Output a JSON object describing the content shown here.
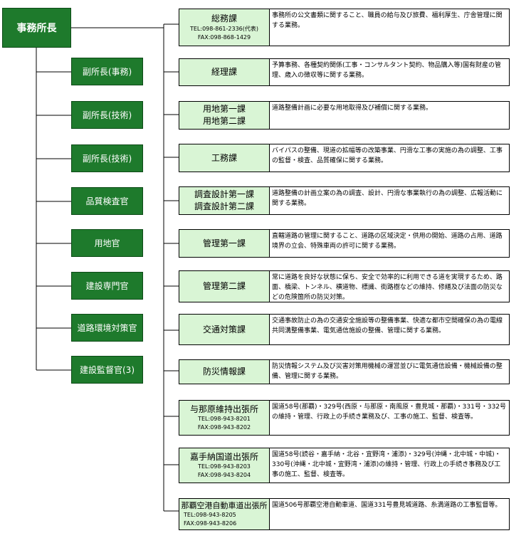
{
  "chief": {
    "label": "事務所長"
  },
  "deputies": [
    {
      "label": "副所長(事務)"
    },
    {
      "label": "副所長(技術)"
    },
    {
      "label": "副所長(技術)"
    },
    {
      "label": "品質検査官"
    },
    {
      "label": "用地官"
    },
    {
      "label": "建設専門官"
    },
    {
      "label": "道路環境対策官"
    },
    {
      "label": "建設監督官(3)"
    }
  ],
  "sections": [
    {
      "name": "総務課",
      "tel": "TEL:098-861-2336(代表)",
      "fax": "FAX:098-868-1429",
      "desc": "事務所の公文書類に関すること、職員の給与及び旅費、福利厚生、庁舎管理に関する業務。"
    },
    {
      "name": "経理課",
      "desc": "予算事務、各種契約関係(工事・コンサルタント契約、物品購入等)国有財産の管理、歳入の徴収等に関する業務。"
    },
    {
      "name": "用地第一課",
      "name2": "用地第二課",
      "desc": "道路整備計画に必要な用地取得及び補償に関する業務。"
    },
    {
      "name": "工務課",
      "desc": "バイパスの整備、現道の拡幅等の改築事業、円滑な工事の実施の為の調整、工事の監督・検査、品質確保に関する業務。"
    },
    {
      "name": "調査設計第一課",
      "name2": "調査設計第二課",
      "desc": "道路整備の計画立案の為の調査、設計、円滑な事業執行の為の調整、広報活動に関する業務。"
    },
    {
      "name": "管理第一課",
      "desc": "直轄道路の管理に関すること、道路の区域決定・供用の開始、道路の占用、道路境界の立会、特殊車両の許可に関する業務。"
    },
    {
      "name": "管理第二課",
      "desc": "常に道路を良好な状態に保ち、安全で効率的に利用できる道を実現するため、路面、橋梁、トンネル、横道物、標識、街路樹などの維持、修繕及び法面の防災などの危険箇所の防災対策。"
    },
    {
      "name": "交通対策課",
      "desc": "交通事故防止の為の交通安全施設等の整備事業、快適な都市空間確保の為の電線共同溝整備事業、電気通信施設の整備、管理に関する業務。"
    },
    {
      "name": "防災情報課",
      "desc": "防災情報システム及び災害対策用機械の運営並びに電気通信設備・機械設備の整備、管理に関する業務。"
    },
    {
      "name": "与那原維持出張所",
      "tel": "TEL:098-943-8201",
      "fax": "FAX:098-943-8202",
      "desc": "国道58号(那覇)・329号(西原・与那原・南風原・豊見城・那覇)・331号・332号の維持・管理、行政上の手続き業務及び、工事の施工、監督、検査等。"
    },
    {
      "name": "嘉手納国道出張所",
      "tel": "TEL:098-943-8203",
      "fax": "FAX:098-943-8204",
      "desc": "国道58号(読谷・嘉手納・北谷・宜野湾・浦添)・329号(沖縄・北中城・中城)・330号(沖縄・北中城・宜野湾・浦添)の維持・管理、行政上の手続き事務及び工事の施工、監督、検査等。"
    },
    {
      "name": "那覇空港自動車道出張所",
      "tel": "TEL:098-943-8205",
      "fax": "FAX:098-943-8206",
      "desc": "国道506号那覇空港自動車道、国道331号豊見城道路、糸満道路の工事監督等。"
    }
  ]
}
